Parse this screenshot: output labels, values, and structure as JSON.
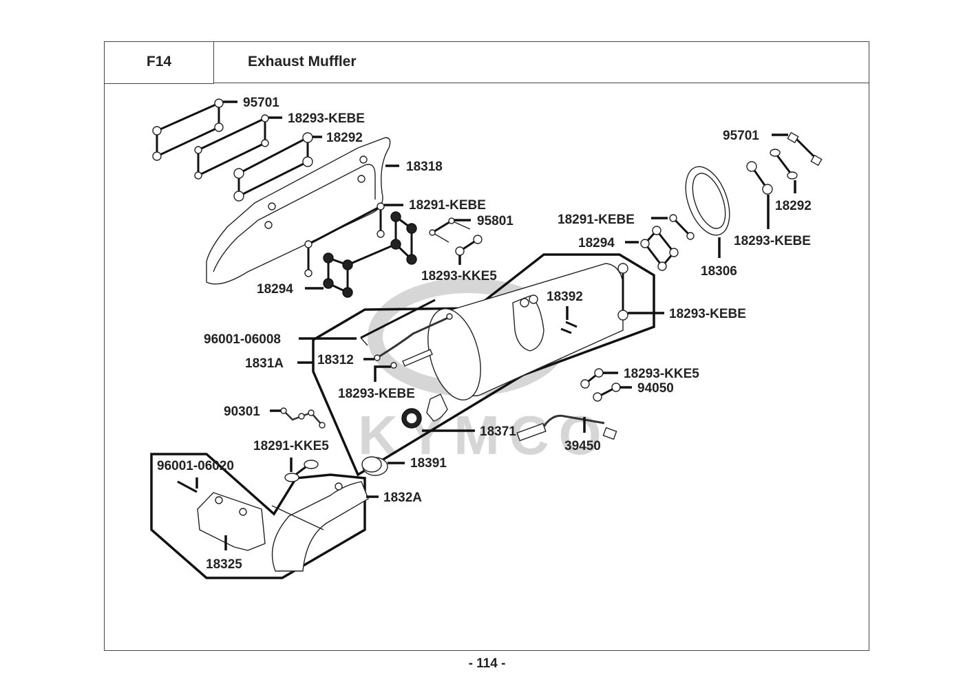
{
  "header": {
    "section_code": "F14",
    "title": "Exhaust Muffler"
  },
  "watermark": "KYMCO",
  "parts": [
    {
      "id": "p1",
      "label": "95701"
    },
    {
      "id": "p2",
      "label": "18293-KEBE"
    },
    {
      "id": "p3",
      "label": "18292"
    },
    {
      "id": "p4",
      "label": "18318"
    },
    {
      "id": "p5",
      "label": "18291-KEBE"
    },
    {
      "id": "p6",
      "label": "95801"
    },
    {
      "id": "p7",
      "label": "18293-KKE5"
    },
    {
      "id": "p8",
      "label": "18294"
    },
    {
      "id": "p9",
      "label": "95701"
    },
    {
      "id": "p10",
      "label": "18292"
    },
    {
      "id": "p11",
      "label": "18291-KEBE"
    },
    {
      "id": "p12",
      "label": "18293-KEBE"
    },
    {
      "id": "p13",
      "label": "18294"
    },
    {
      "id": "p14",
      "label": "18306"
    },
    {
      "id": "p15",
      "label": "18392"
    },
    {
      "id": "p16",
      "label": "18293-KEBE"
    },
    {
      "id": "p17",
      "label": "96001-06008"
    },
    {
      "id": "p18",
      "label": "1831A"
    },
    {
      "id": "p19",
      "label": "18312"
    },
    {
      "id": "p20",
      "label": "18293-KEBE"
    },
    {
      "id": "p21",
      "label": "18293-KKE5"
    },
    {
      "id": "p22",
      "label": "94050"
    },
    {
      "id": "p23",
      "label": "90301"
    },
    {
      "id": "p24",
      "label": "18371"
    },
    {
      "id": "p25",
      "label": "39450"
    },
    {
      "id": "p26",
      "label": "18291-KKE5"
    },
    {
      "id": "p27",
      "label": "18391"
    },
    {
      "id": "p28",
      "label": "96001-06020"
    },
    {
      "id": "p29",
      "label": "1832A"
    },
    {
      "id": "p30",
      "label": "18325"
    }
  ],
  "footer": {
    "page_number": "- 114 -"
  }
}
